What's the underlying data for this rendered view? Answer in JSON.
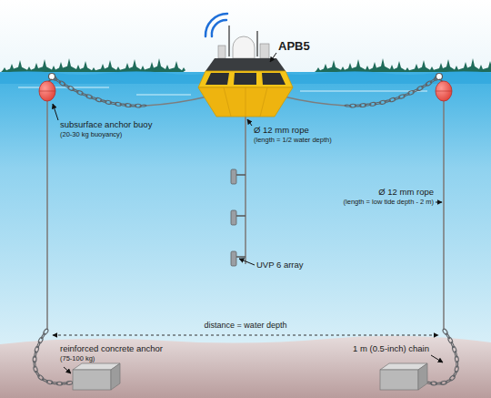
{
  "diagram": {
    "labels": [
      "APB5",
      "subsurface anchor buoy",
      "(20-30 kg buoyancy)",
      "Ø 12 mm rope",
      "(length = 1/2 water depth)",
      "UVP 6 array",
      "Ø 12 mm rope",
      "(length = low tide depth - 2 m)",
      "distance = water depth",
      "reinforced concrete anchor",
      "(75-100 kg)",
      "1 m (0.5-inch) chain"
    ]
  }
}
